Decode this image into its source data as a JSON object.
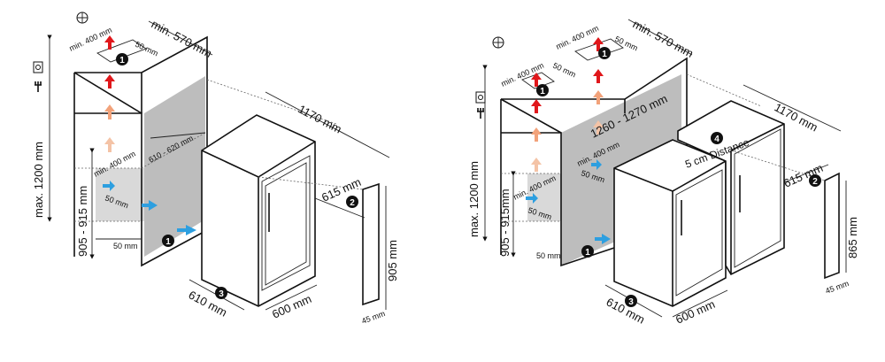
{
  "colors": {
    "arrow_red": "#e0171b",
    "arrow_orange": "#f2a27a",
    "arrow_peach": "#f4c3a6",
    "arrow_blue": "#2d9fe0",
    "badge": "#111111",
    "shade": "#bdbdbd"
  },
  "left": {
    "min_570": "min. 570 mm",
    "min_400_top": "min. 400 mm",
    "top_50": "50 mm",
    "max_1200": "max. 1200 mm",
    "range_905_915": "905 - 915 mm",
    "min_400_mid": "min. 400 mm",
    "mid_50": "50 mm",
    "bottom_50": "50 mm",
    "niche_610_620": "610 - 620 mm",
    "w_1170": "1170 mm",
    "d_615": "615 mm",
    "h_905": "905 mm",
    "w_610": "610 mm",
    "w_600": "600 mm",
    "door_45": "45 mm",
    "b1": "1",
    "b2": "2",
    "b3": "3",
    "btop": "1"
  },
  "right": {
    "min_570": "min. 570 mm",
    "min_400_a": "min. 400 mm",
    "a_50": "50 mm",
    "min_400_b": "min. 400 mm",
    "b_50": "50 mm",
    "max_1200": "max. 1200 mm",
    "range_905_915": "905 - 915mm",
    "niche_1260_1270": "1260 - 1270 mm",
    "min_400_c": "min. 400 mm",
    "c_50": "50 mm",
    "min_400_d": "min. 400 mm",
    "d_50": "50 mm",
    "bottom_50": "50 mm",
    "distance": "5 cm Distance",
    "w_1170": "1170 mm",
    "d_615": "615 mm",
    "h_865": "865 mm",
    "w_610": "610 mm",
    "w_600": "600 mm",
    "door_45": "45 mm",
    "b1": "1",
    "b2": "2",
    "b3": "3",
    "b4": "4",
    "btop1": "1",
    "btop2": "1"
  }
}
